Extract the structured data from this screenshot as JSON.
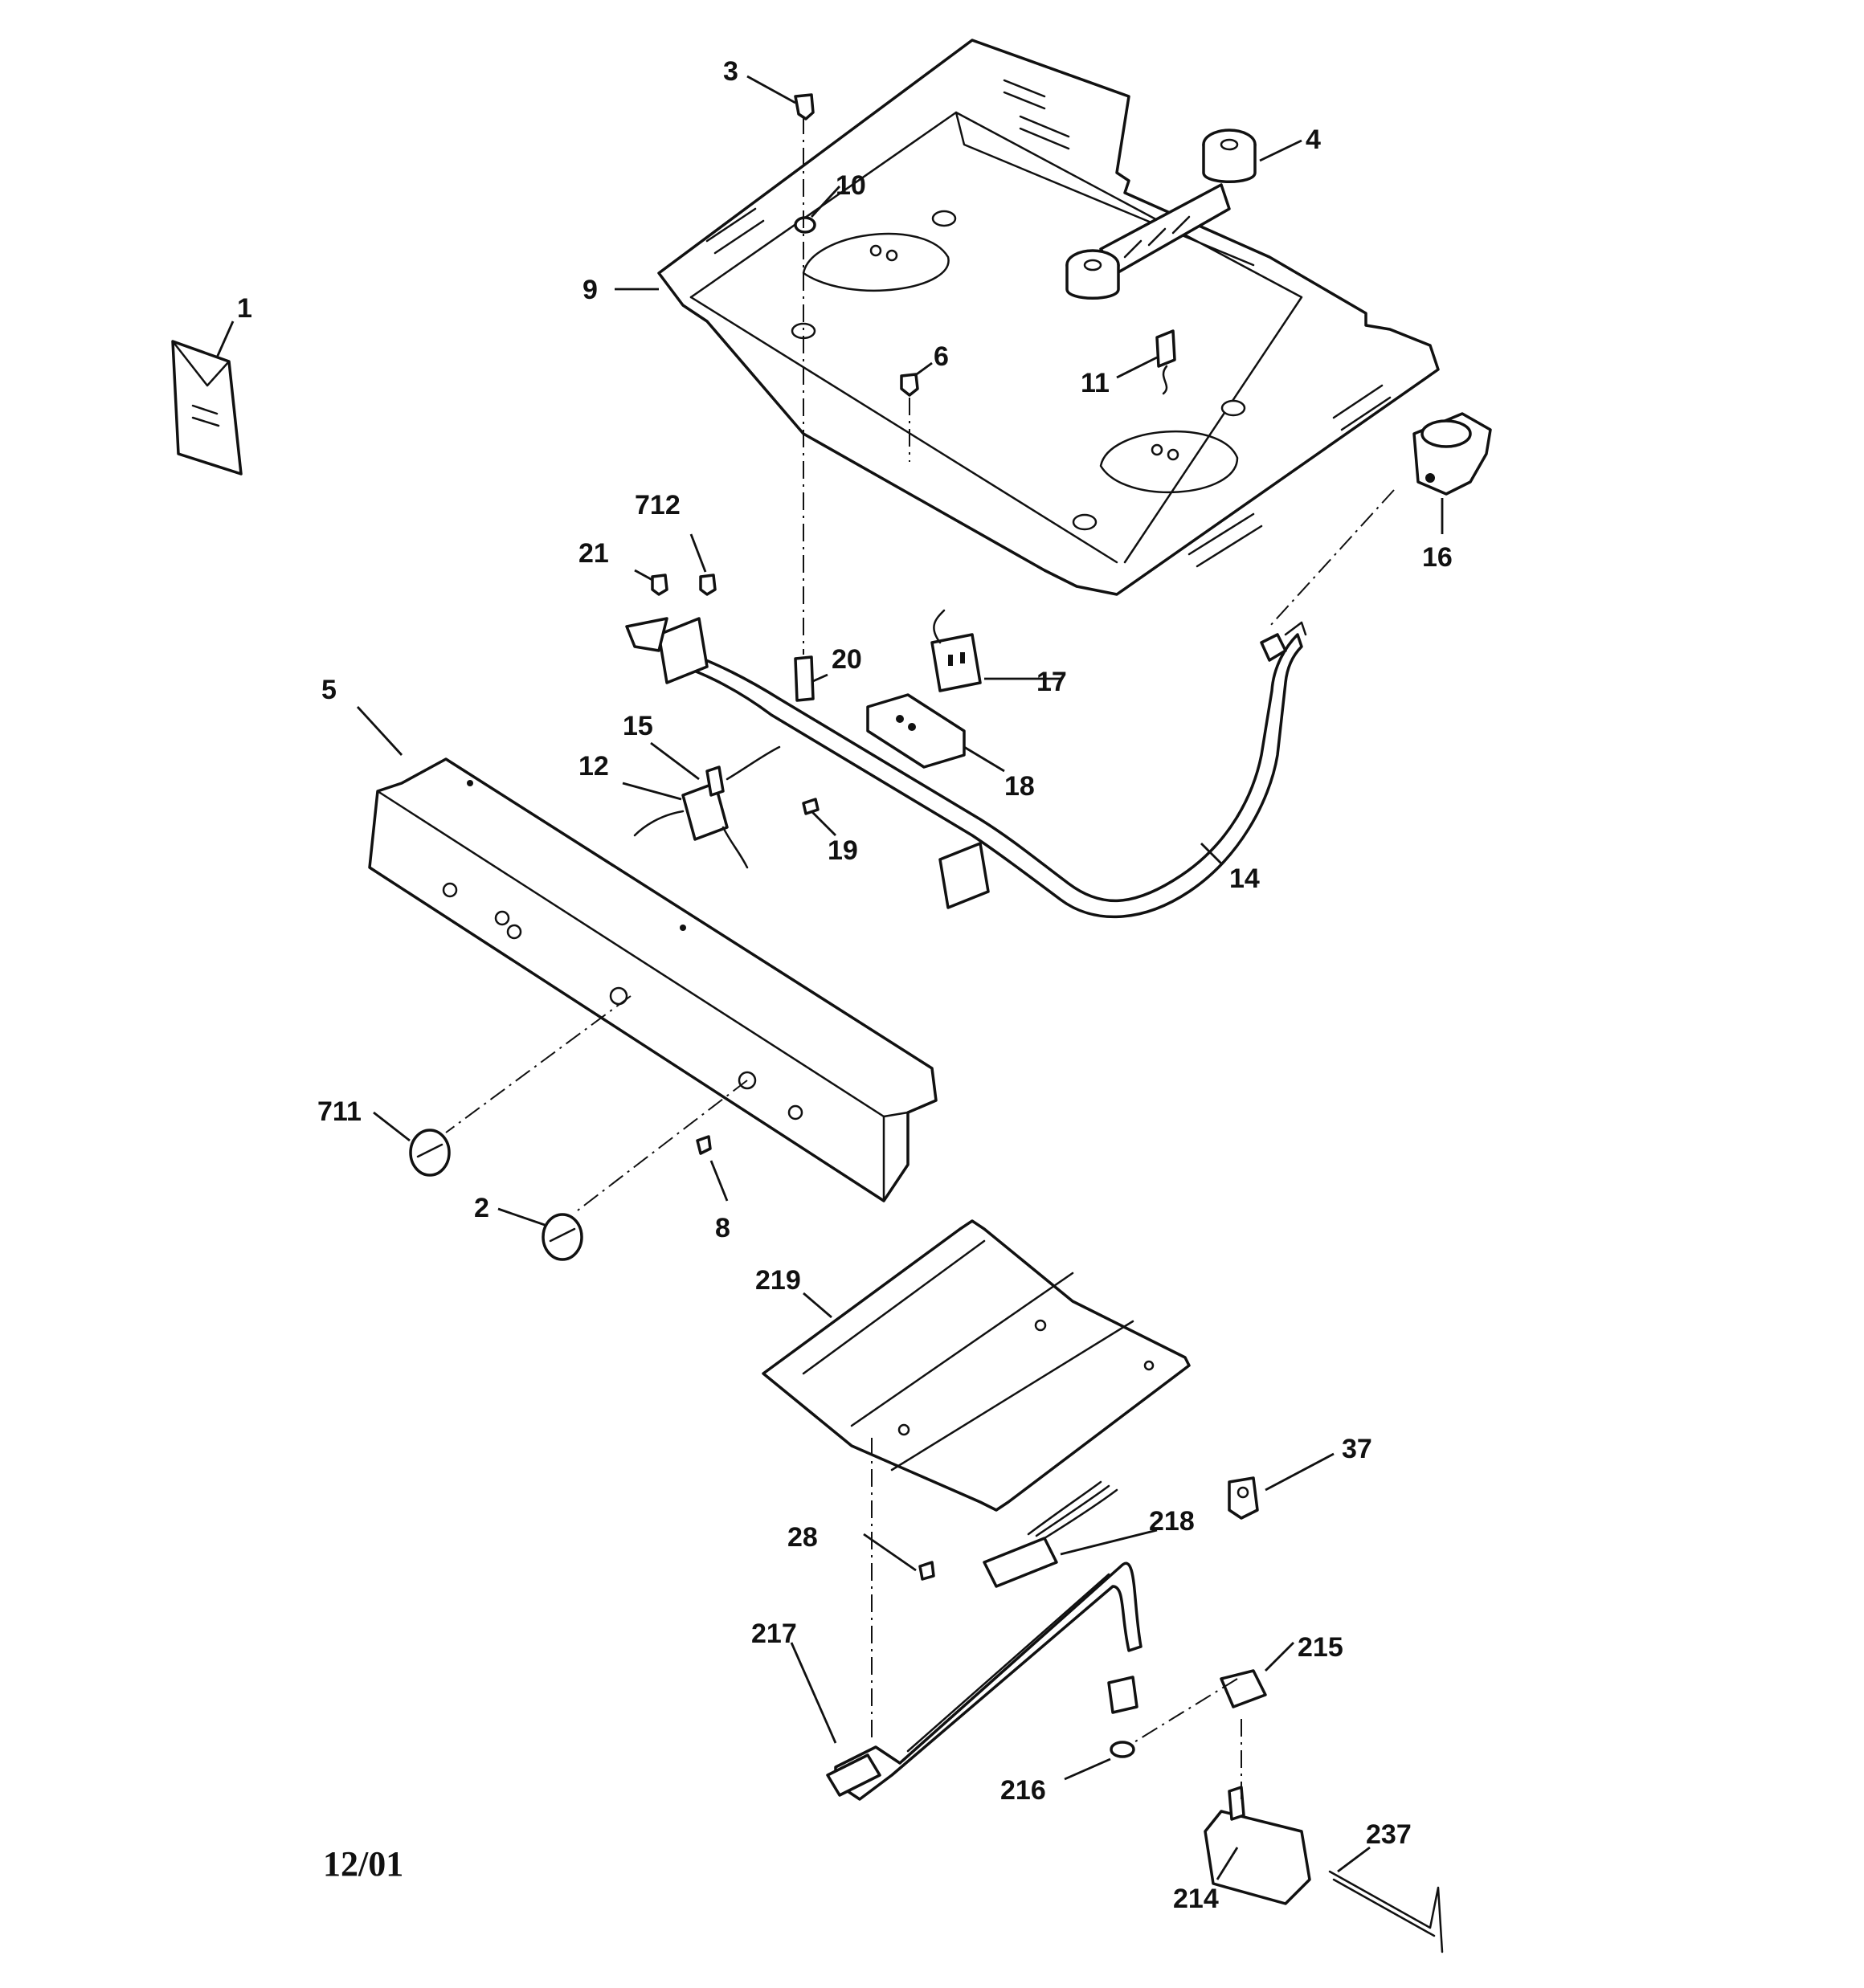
{
  "callouts": {
    "c1": "1",
    "c2": "2",
    "c3": "3",
    "c4": "4",
    "c5": "5",
    "c6": "6",
    "c8": "8",
    "c9": "9",
    "c10": "10",
    "c11": "11",
    "c12": "12",
    "c14": "14",
    "c15": "15",
    "c16": "16",
    "c17": "17",
    "c18": "18",
    "c19": "19",
    "c20": "20",
    "c21": "21",
    "c28": "28",
    "c37": "37",
    "c214": "214",
    "c215": "215",
    "c216": "216",
    "c217": "217",
    "c218": "218",
    "c219": "219",
    "c237": "237",
    "c711": "711",
    "c712": "712"
  },
  "date_code": "12/01"
}
